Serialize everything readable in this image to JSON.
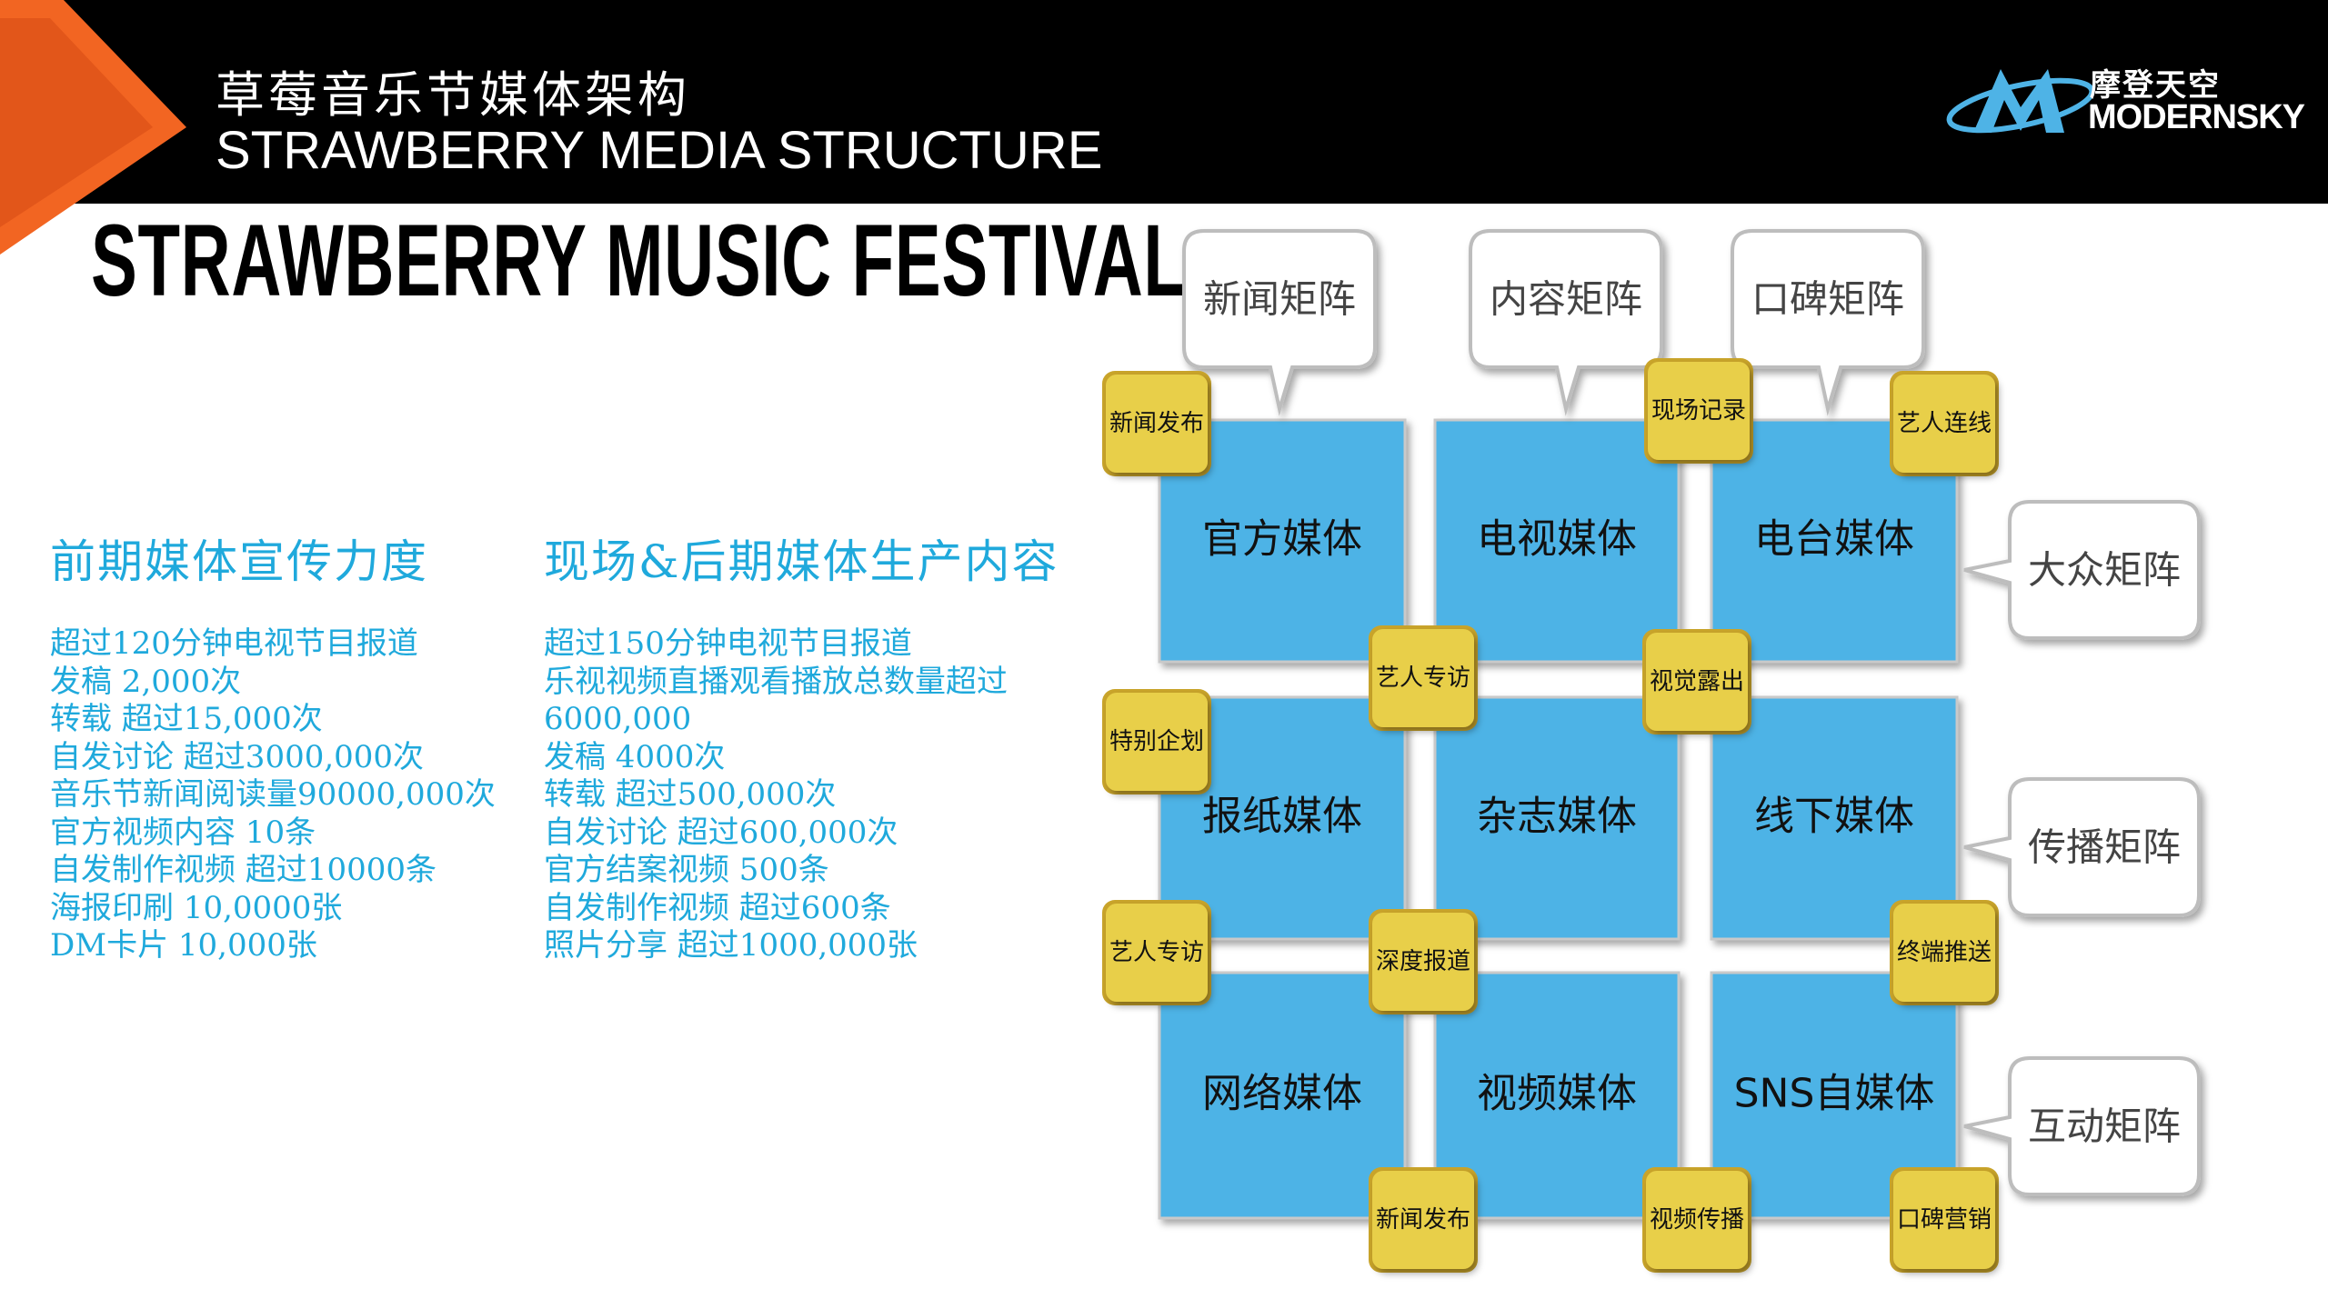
{
  "header": {
    "title_cn": "草莓音乐节媒体架构",
    "title_en": "STRAWBERRY MEDIA STRUCTURE",
    "logo_cn": "摩登天空",
    "logo_en": "MODERNSKY",
    "bar_color": "#000000",
    "accent_color": "#f26522"
  },
  "festival_title": "STRAWBERRY MUSIC FESTIVAL",
  "left_column": {
    "heading": "前期媒体宣传力度",
    "items": [
      "超过120分钟电视节目报道",
      "发稿 2,000次",
      "转载 超过15,000次",
      "自发讨论 超过3000,000次",
      "音乐节新闻阅读量90000,000次",
      "官方视频内容 10条",
      "自发制作视频 超过10000条",
      "海报印刷 10,0000张",
      "DM卡片 10,000张"
    ]
  },
  "right_column": {
    "heading": "现场&后期媒体生产内容",
    "items": [
      "超过150分钟电视节目报道",
      "乐视视频直播观看播放总数量超过",
      "6000,000",
      "发稿 4000次",
      "转载 超过500,000次",
      "自发讨论 超过600,000次",
      "官方结案视频 500条",
      "自发制作视频 超过600条",
      "照片分享 超过1000,000张"
    ]
  },
  "diagram": {
    "text_color": "#1fa9dc",
    "media_color": "#4eb3e6",
    "connector_color": "#e8cf4a",
    "media_boxes": [
      "官方媒体",
      "电视媒体",
      "电台媒体",
      "报纸媒体",
      "杂志媒体",
      "线下媒体",
      "网络媒体",
      "视频媒体",
      "SNS自媒体"
    ],
    "connectors": [
      "新闻发布",
      "现场记录",
      "艺人连线",
      "艺人专访",
      "视觉露出",
      "特别企划",
      "艺人专访",
      "深度报道",
      "终端推送",
      "新闻发布",
      "视频传播",
      "口碑营销"
    ],
    "callouts_top": [
      "新闻矩阵",
      "内容矩阵",
      "口碑矩阵"
    ],
    "callouts_right": [
      "大众矩阵",
      "传播矩阵",
      "互动矩阵"
    ]
  }
}
